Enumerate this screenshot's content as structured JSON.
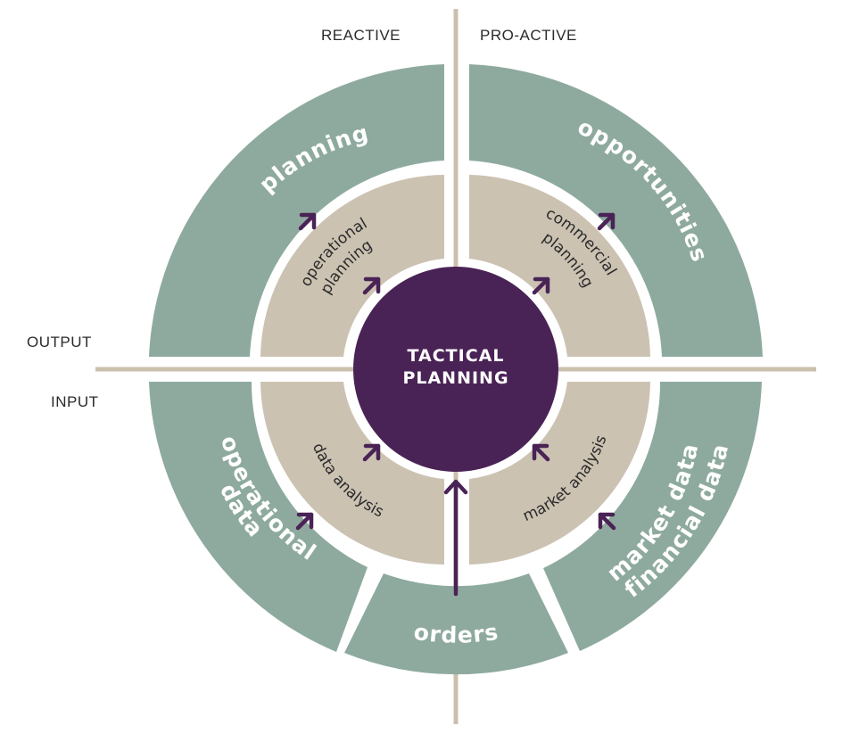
{
  "colors": {
    "outer_ring": "#8eaa9e",
    "inner_ring": "#cbc2b2",
    "center": "#4a2356",
    "axis": "#cbbfae",
    "arrow": "#4a2356"
  },
  "axis_labels": {
    "reactive": "REACTIVE",
    "proactive": "PRO-ACTIVE",
    "output": "OUTPUT",
    "input": "INPUT"
  },
  "outer_segments": {
    "planning": "planning",
    "opportunities": "opportunities",
    "operational_data_line1": "operational",
    "operational_data_line2": "data",
    "orders": "orders",
    "market_financial_line1": "market data",
    "market_financial_line2": "financial data"
  },
  "inner_segments": {
    "operational_planning_line1": "operational",
    "operational_planning_line2": "planning",
    "commercial_planning_line1": "commercial",
    "commercial_planning_line2": "planning",
    "data_analysis": "data analysis",
    "market_analysis": "market analysis"
  },
  "center": {
    "line1": "TACTICAL",
    "line2": "PLANNING"
  }
}
